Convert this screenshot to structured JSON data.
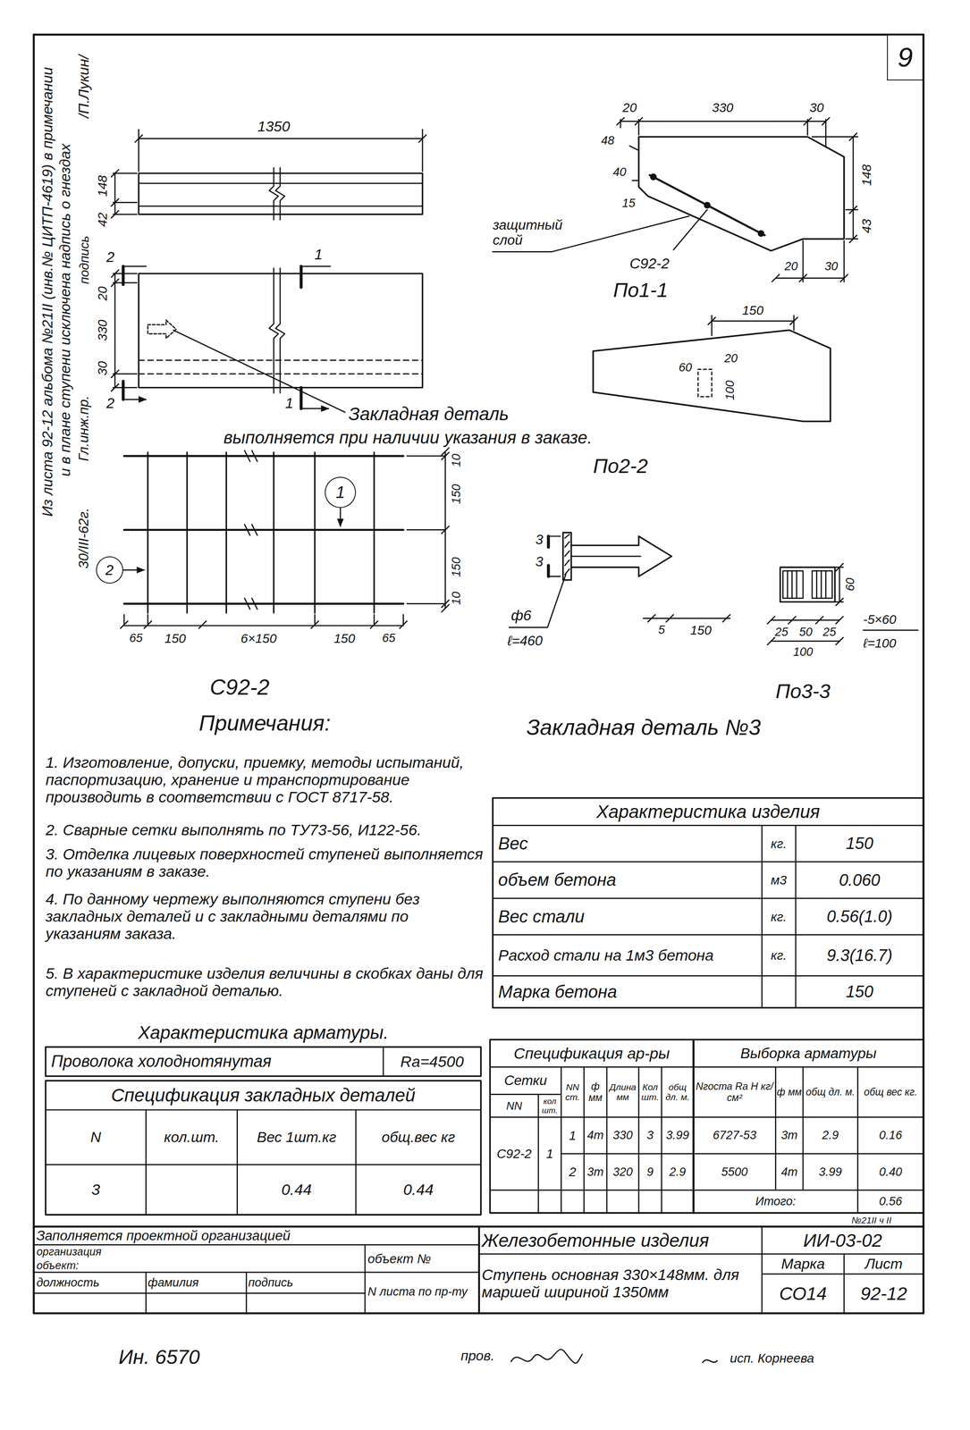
{
  "diagram": {
    "nodes": [
      {
        "text": [
          "9"
        ]
      },
      {
        "text": [
          "1"
        ]
      },
      {
        "text": [
          "2"
        ]
      }
    ],
    "labels": [
      "Из листа 92-12 альбома №21II (инв.№ ЦИТП-4619) в примечании",
      "и в плане ступени исключена надпись о гнездах",
      "/П.Лукин/",
      "подпись",
      "Гл.инж.пр.",
      "30/III-62г.",
      "1350",
      "148",
      "42",
      "20",
      "330",
      "30",
      "2",
      "2",
      "1",
      "1",
      "Закладная деталь",
      "выполняется при наличии указания в заказе.",
      "20",
      "330",
      "30",
      "48",
      "40",
      "15",
      "148",
      "43",
      "защитный слой",
      "С92-2",
      "По1-1",
      "20",
      "30",
      "150",
      "60",
      "20",
      "100",
      "По2-2",
      "10",
      "150",
      "150",
      "10",
      "65",
      "150",
      "6×150",
      "150",
      "65",
      "С92-2",
      "Примечания:",
      "1. Изготовление, допуски, приемку, методы испытаний, паспортизацию, хранение и транспортирование производить в соответствии с ГОСТ 8717-58.",
      "2. Сварные сетки выполнять по ТУ73-56, И122-56.",
      "3. Отделка лицевых поверхностей ступеней выполняется по указаниям в заказе.",
      "4. По данному чертежу выполняются ступени без закладных деталей и с закладными деталями по указаниям заказа.",
      "5. В характеристике изделия величины в скобках даны для ступеней с закладной деталью.",
      "Закладная деталь №3",
      "3",
      "3",
      "ф6",
      "ℓ=460",
      "5",
      "150",
      "60",
      "25",
      "50",
      "25",
      "100",
      "-5×60",
      "ℓ=100",
      "По3-3",
      "Характеристика изделия",
      "Вес",
      "кг.",
      "150",
      "объем бетона",
      "м3",
      "0.060",
      "Вес стали",
      "кг.",
      "0.56(1.0)",
      "Расход стали на 1м3 бетона",
      "кг.",
      "9.3(16.7)",
      "Марка бетона",
      "150",
      "Характеристика арматуры.",
      "Проволока холоднотянутая",
      "Ra=4500",
      "Спецификация закладных деталей",
      "N",
      "кол.шт.",
      "Вес 1шт.кг",
      "общ.вес кг",
      "3",
      "0.44",
      "0.44",
      "Спецификация ар-ры",
      "Выборка арматуры",
      "Сетки",
      "NN",
      "кол шт.",
      "NN ст.",
      "ф мм",
      "Длина мм",
      "Кол шт.",
      "общ дл. м.",
      "Nгоста Ra H кг/см²",
      "ф мм",
      "общ дл. м.",
      "общ вес кг.",
      "С92-2",
      "1",
      "1",
      "4т",
      "330",
      "3",
      "3.99",
      "2",
      "3т",
      "320",
      "9",
      "2.9",
      "6727-53",
      "3т",
      "2.9",
      "0.16",
      "5500",
      "4т",
      "3.99",
      "0.40",
      "Итого:",
      "0.56",
      "№21II ч II",
      "Заполняется проектной организацией",
      "организация",
      "объект:",
      "объект №",
      "должность",
      "фамилия",
      "подпись",
      "N листа по пр-ту",
      "Железобетонные изделия",
      "ИИ-03-02",
      "Ступень основная 330×148мм. для маршей шириной 1350мм",
      "Марка",
      "Лист",
      "СО14",
      "92-12",
      "Ин. 6570",
      "пров.",
      "исп. Корнеева"
    ]
  }
}
